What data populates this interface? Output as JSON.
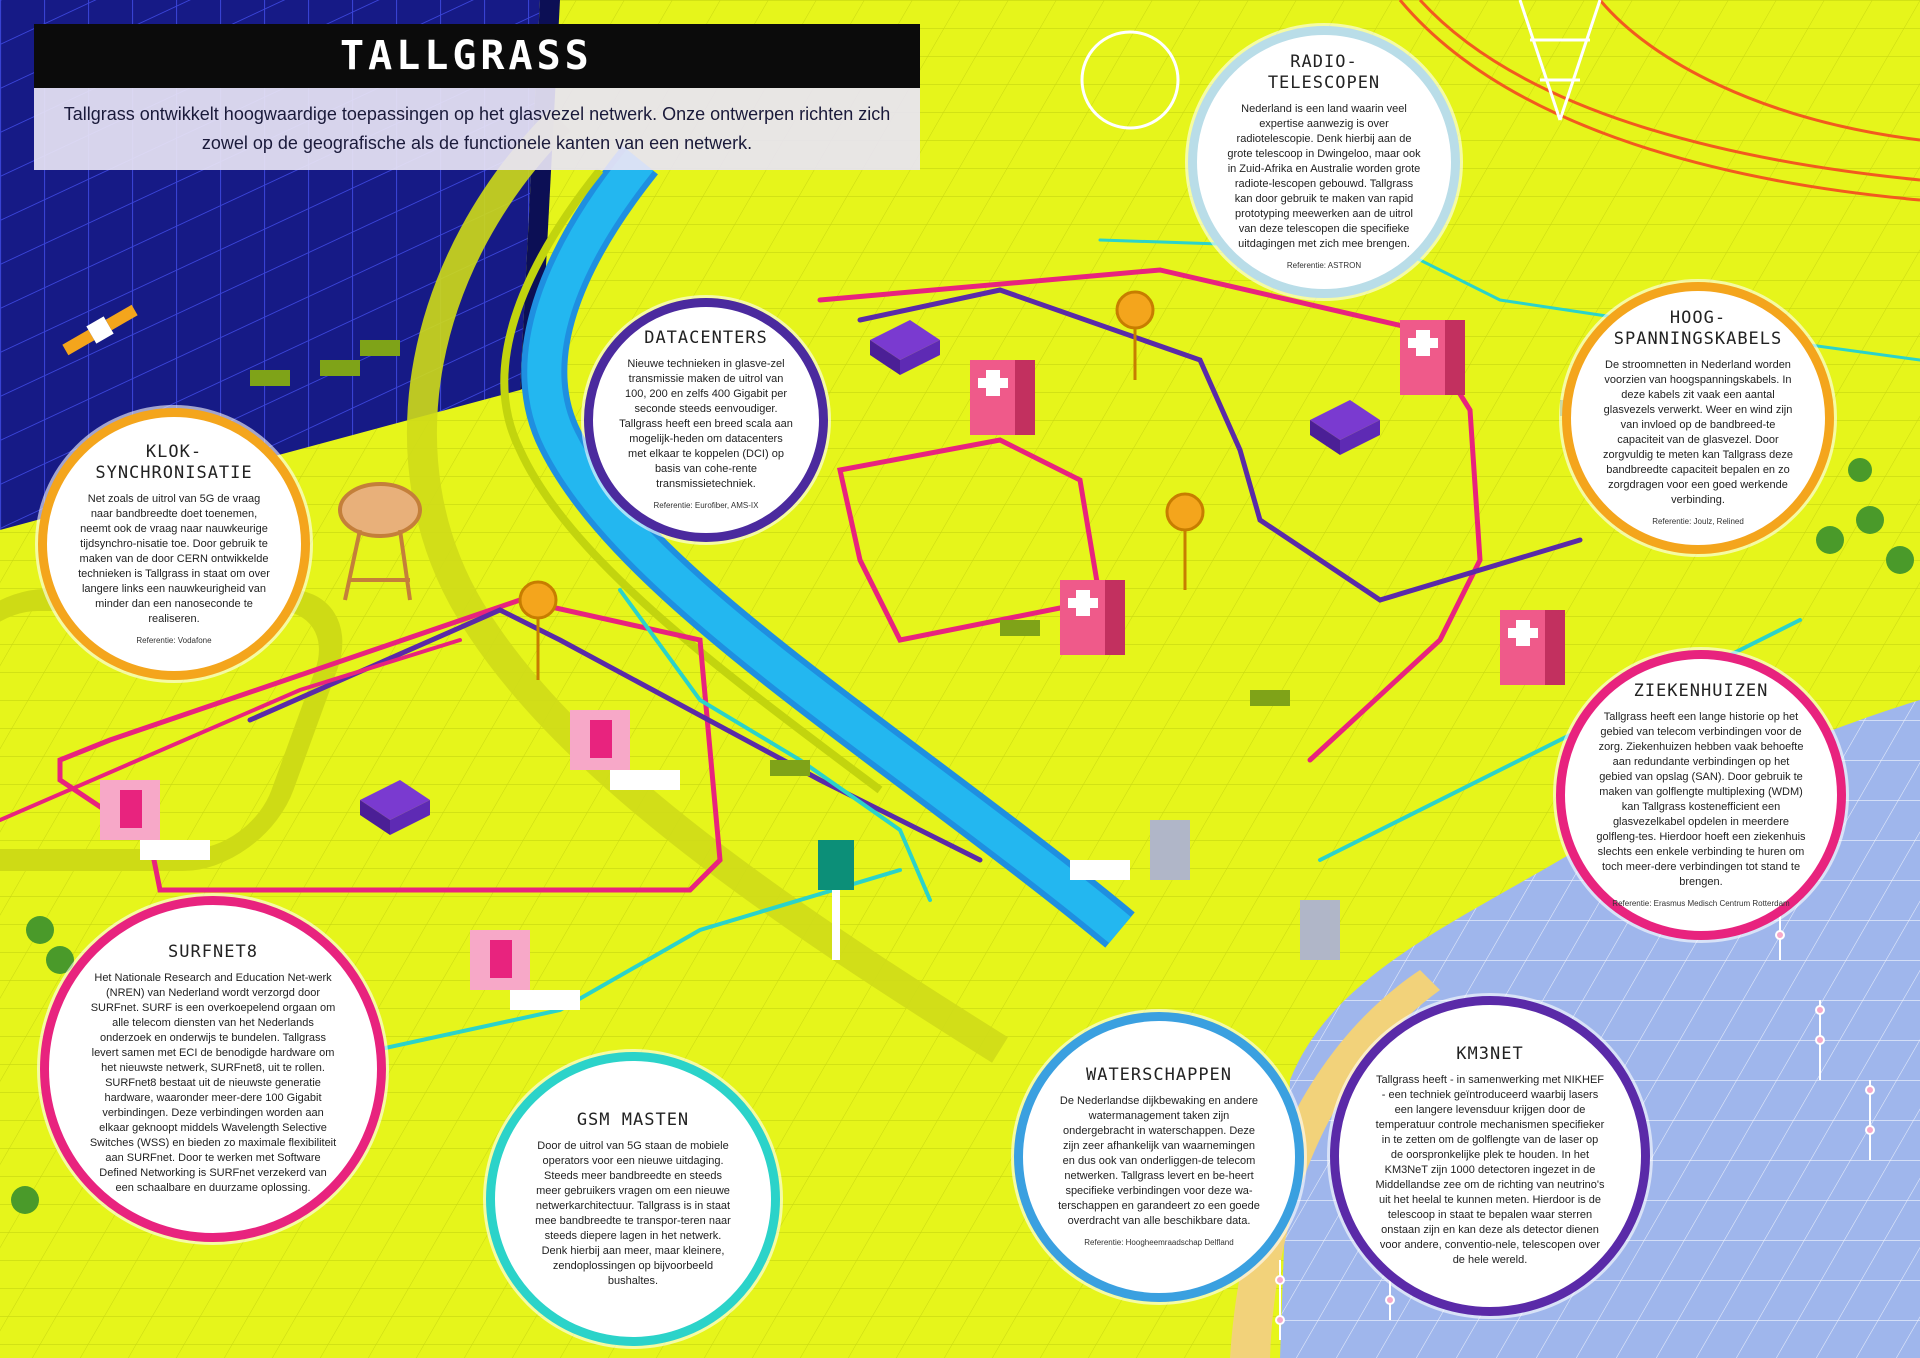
{
  "header": {
    "title": "TALLGRASS",
    "intro": "Tallgrass ontwikkelt hoogwaardige toepassingen op het glasvezel netwerk. Onze ontwerpen richten zich zowel op de geografische als de functionele kanten van een netwerk."
  },
  "colors": {
    "grass": "#e6f51b",
    "water": "#9fb6ec",
    "river": "#23b7f0",
    "solar_panel": "#1a1f8c",
    "route_magenta": "#e8237e",
    "route_purple": "#5a2aa8",
    "route_cyan": "#2bd3c9",
    "hospital_pink": "#ef5a8a"
  },
  "bubbles": {
    "klok": {
      "title": "KLOK-\nSYNCHRONISATIE",
      "body": "Net zoals de uitrol van 5G de vraag naar bandbreedte doet toenemen, neemt ook de vraag naar nauwkeurige tijdsynchro-nisatie toe. Door gebruik te maken van de door CERN ontwikkelde technieken is Tallgrass in staat om over langere links een nauwkeurigheid van minder dan een nanoseconde te realiseren.",
      "ref": "Referentie: Vodafone",
      "color": "#f4a51c"
    },
    "datacenters": {
      "title": "DATACENTERS",
      "body": "Nieuwe technieken in glasve-zel transmissie maken de uitrol van 100, 200 en zelfs 400 Gigabit per seconde steeds eenvoudiger. Tallgrass heeft een breed scala aan mogelijk-heden om datacenters met elkaar te koppelen (DCI) op basis van cohe-rente transmissietechniek.",
      "ref": "Referentie: Eurofiber, AMS-IX",
      "color": "#4b2a9e"
    },
    "radio": {
      "title": "RADIO-\nTELESCOPEN",
      "body": "Nederland is een land waarin veel expertise aanwezig is over radiotelescopie. Denk hierbij aan de grote telescoop in Dwingeloo, maar ook in Zuid-Afrika en Australie worden grote radiote-lescopen gebouwd. Tallgrass kan door gebruik te maken van rapid prototyping meewerken aan de uitrol van deze telescopen die specifieke uitdagingen met zich mee brengen.",
      "ref": "Referentie: ASTRON",
      "color": "#b9dde8"
    },
    "hoog": {
      "title": "HOOG-\nSPANNINGSKABELS",
      "body": "De stroomnetten in Nederland worden voorzien van hoogspanningskabels. In deze kabels zit vaak een aantal glasvezels verwerkt. Weer en wind zijn van invloed op de bandbreed-te capaciteit van de glasvezel. Door zorgvuldig te meten kan Tallgrass deze bandbreedte capaciteit bepalen en zo zorgdragen voor een goed werkende verbinding.",
      "ref": "Referentie: Joulz, Relined",
      "color": "#f4a51c"
    },
    "ziekenhuizen": {
      "title": "ZIEKENHUIZEN",
      "body": "Tallgrass heeft een lange historie op het gebied van telecom verbindingen voor de zorg. Ziekenhuizen hebben vaak behoefte aan redundante verbindingen op het gebied van opslag (SAN). Door gebruik te maken van golflengte multiplexing (WDM) kan Tallgrass kostenefficient een glasvezelkabel opdelen in meerdere golfleng-tes. Hierdoor hoeft een ziekenhuis slechts een enkele verbinding te huren om toch meer-dere verbindingen tot stand te brengen.",
      "ref": "Referentie: Erasmus Medisch Centrum Rotterdam",
      "color": "#e8237e"
    },
    "surfnet": {
      "title": "SURFNET8",
      "body": "Het Nationale Research and Education Net-werk (NREN) van Nederland wordt verzorgd door SURFnet. SURF is een overkoepelend orgaan om alle telecom diensten van het Nederlands onderzoek en onderwijs te bundelen. Tallgrass levert samen met ECI de benodigde hardware om het nieuwste netwerk, SURFnet8, uit te rollen. SURFnet8 bestaat uit de nieuwste generatie hardware, waaronder meer-dere 100 Gigabit verbindingen. Deze verbindingen worden aan elkaar geknoopt middels Wavelength Selective Switches (WSS) en bieden zo maximale flexibiliteit aan SURFnet. Door te werken met Software Defined Networking is SURFnet verzekerd van een schaalbare en duurzame oplossing.",
      "ref": "",
      "color": "#e8237e"
    },
    "gsm": {
      "title": "GSM MASTEN",
      "body": "Door de uitrol van 5G staan de mobiele operators voor een nieuwe uitdaging. Steeds meer bandbreedte en steeds meer gebruikers vragen om een nieuwe netwerkarchitectuur. Tallgrass is in staat mee bandbreedte te transpor-teren naar steeds diepere lagen in het netwerk. Denk hierbij aan meer, maar kleinere, zendoplossingen op bijvoorbeeld bushaltes.",
      "ref": "",
      "color": "#2bd3c9"
    },
    "water": {
      "title": "WATERSCHAPPEN",
      "body": "De Nederlandse dijkbewaking en andere watermanagement taken zijn ondergebracht in waterschappen. Deze zijn zeer afhankelijk van waarnemingen en dus ook van onderliggen-de telecom netwerken. Tallgrass levert en be-heert specifieke verbindingen voor deze wa-terschappen en garandeert zo een goede overdracht van alle beschikbare data.",
      "ref": "Referentie: Hoogheemraadschap Delfland",
      "color": "#3aa0e0"
    },
    "km3net": {
      "title": "KM3NET",
      "body": "Tallgrass heeft - in samenwerking met NIKHEF - een techniek geïntroduceerd waarbij lasers een langere levensduur krijgen door de temperatuur controle mechanismen specifieker in te zetten om de golflengte van de laser op de oorspronkelijke plek te houden. In het KM3NeT zijn 1000 detectoren ingezet in de Middellandse zee om de richting van neutrino's uit het heelal te kunnen meten. Hierdoor is de telescoop in staat te bepalen waar sterren onstaan zijn en kan deze als detector dienen voor andere, conventio-nele, telescopen over de hele wereld.",
      "ref": "",
      "color": "#5a2aa8"
    }
  }
}
